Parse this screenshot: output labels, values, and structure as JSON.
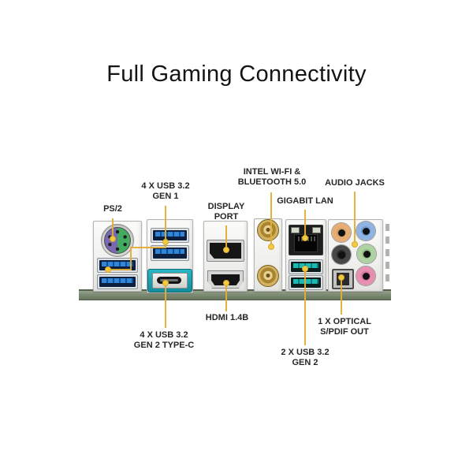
{
  "title": "Full Gaming Connectivity",
  "labels": {
    "ps2": [
      "PS/2"
    ],
    "usb_gen1": [
      "4 X USB 3.2",
      "GEN 1"
    ],
    "display_port": [
      "DISPLAY",
      "PORT"
    ],
    "wifi": [
      "INTEL WI-FI &",
      "BLUETOOTH 5.0"
    ],
    "lan": [
      "GIGABIT LAN"
    ],
    "audio": [
      "AUDIO JACKS"
    ],
    "hdmi": [
      "HDMI 1.4B"
    ],
    "typec": [
      "4 X USB 3.2",
      "GEN 2 TYPE-C"
    ],
    "usb_gen2": [
      "2 X USB 3.2",
      "GEN 2"
    ],
    "optical": [
      "1 X OPTICAL",
      "S/PDIF OUT"
    ]
  },
  "colors": {
    "callout_line": "#e2ae35",
    "callout_dot": "#f3c93e",
    "pcb_strip": "#7d8b74",
    "usb_gen1_blue": "#2f86d8",
    "usb_gen2_teal": "#1cb8b2",
    "typec_shell_teal": "#29b6c4",
    "ps2_purple": "#7a68b2",
    "ps2_green": "#41ab5f",
    "antenna_gold": "#c8a049",
    "jack_orange": "#e7ad72",
    "jack_blue": "#8fb3e2",
    "jack_black": "#474747",
    "jack_green": "#aed2a2",
    "jack_pink": "#e78fb0"
  }
}
